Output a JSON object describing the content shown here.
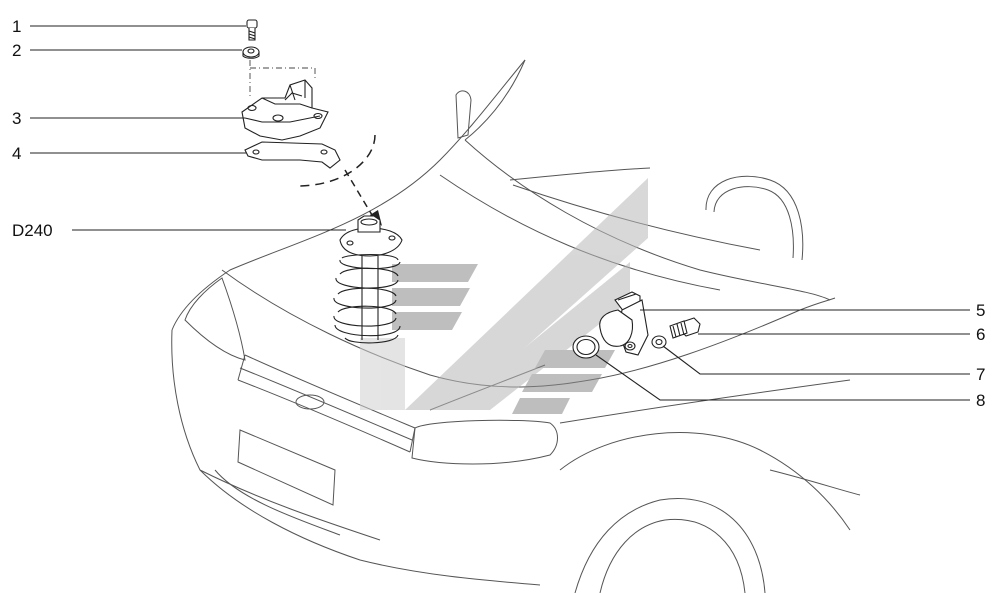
{
  "callouts": {
    "c1": "1",
    "c2": "2",
    "c3": "3",
    "c4": "4",
    "c5": "5",
    "c6": "6",
    "c7": "7",
    "c8": "8",
    "cD240": "D240"
  },
  "colors": {
    "watermark": "#9e9e9e",
    "line": "#222222"
  },
  "icons": {
    "watermark": "brand-logo-watermark"
  }
}
